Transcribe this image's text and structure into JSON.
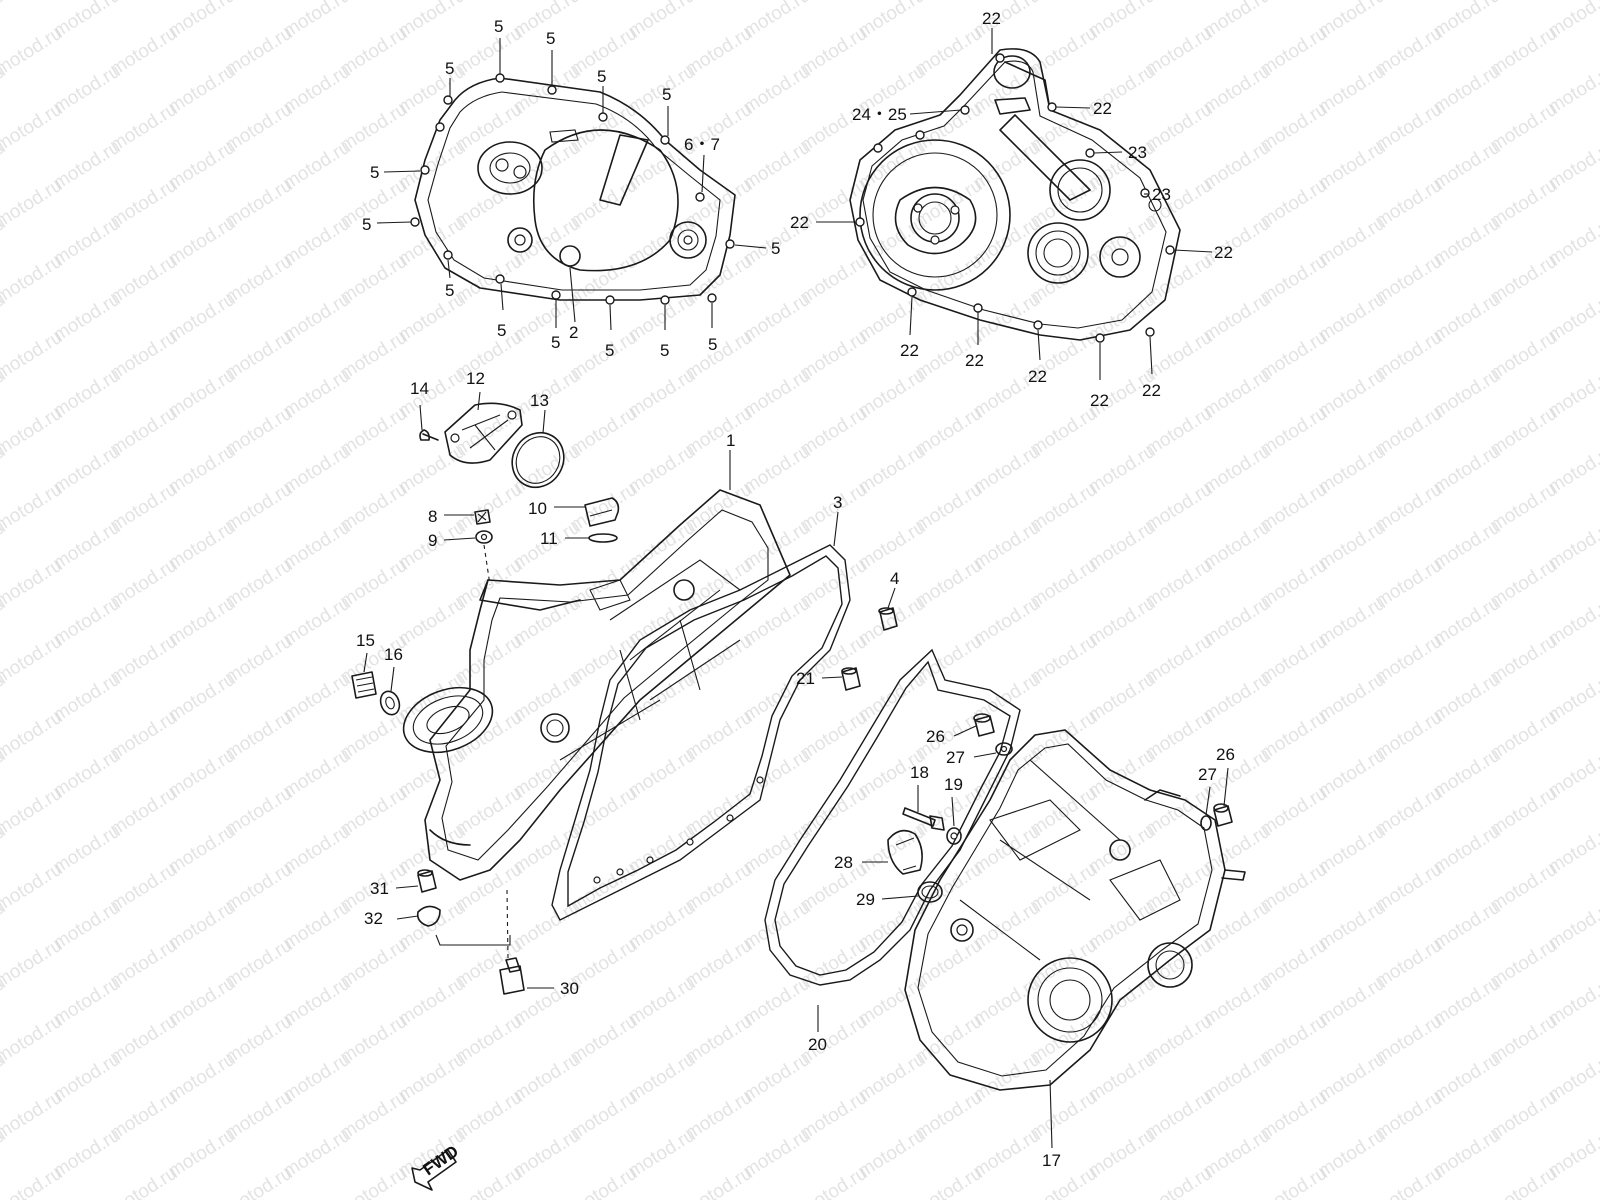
{
  "watermark": "motod.ru",
  "fwd_text": "FWD",
  "colors": {
    "line": "#1a1a1a",
    "watermark": "#c8c8c8",
    "background": "#ffffff"
  },
  "labels": {
    "c1_5a": "5",
    "c1_5b": "5",
    "c1_5c": "5",
    "c1_5d": "5",
    "c1_5e": "5",
    "c1_5f": "5",
    "c1_5g": "5",
    "c1_5h": "5",
    "c1_5i": "5",
    "c1_5j": "5",
    "c1_5k": "5",
    "c1_5l": "5",
    "c1_5m": "5",
    "c1_5n": "5",
    "c1_2": "2",
    "c1_67": "6・7",
    "c2_22a": "22",
    "c2_2425": "24・25",
    "c2_22b": "22",
    "c2_23a": "23",
    "c2_23b": "23",
    "c2_22c": "22",
    "c2_22d": "22",
    "c2_22e": "22",
    "c2_22f": "22",
    "c2_22g": "22",
    "c2_22h": "22",
    "c2_22i": "22",
    "p1": "1",
    "p3": "3",
    "p4": "4",
    "p8": "8",
    "p9": "9",
    "p10": "10",
    "p11": "11",
    "p12": "12",
    "p13": "13",
    "p14": "14",
    "p15": "15",
    "p16": "16",
    "p17": "17",
    "p18": "18",
    "p19": "19",
    "p20": "20",
    "p21": "21",
    "p26a": "26",
    "p26b": "26",
    "p27a": "27",
    "p27b": "27",
    "p28": "28",
    "p29": "29",
    "p30": "30",
    "p31": "31",
    "p32": "32"
  }
}
